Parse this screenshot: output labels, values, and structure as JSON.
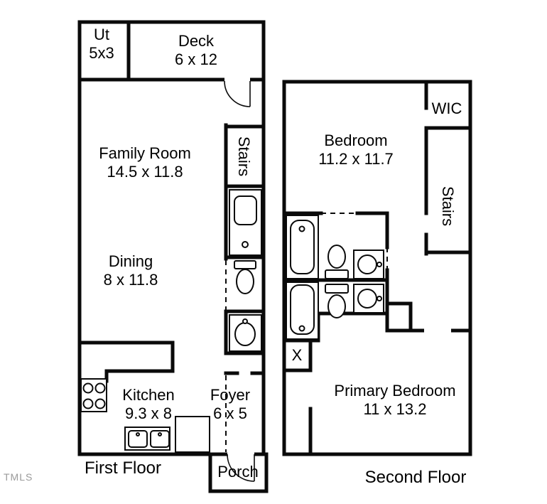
{
  "watermark": "TMLS",
  "floors": {
    "first": {
      "label": "First Floor",
      "rooms": {
        "ut": {
          "name": "Ut",
          "dims": "5x3"
        },
        "deck": {
          "name": "Deck",
          "dims": "6 x 12"
        },
        "family_room": {
          "name": "Family Room",
          "dims": "14.5 x 11.8"
        },
        "stairs": {
          "name": "Stairs"
        },
        "dining": {
          "name": "Dining",
          "dims": "8 x 11.8"
        },
        "kitchen": {
          "name": "Kitchen",
          "dims": "9.3 x 8"
        },
        "foyer": {
          "name": "Foyer",
          "dims": "6 x 5"
        },
        "porch": {
          "name": "Porch"
        }
      }
    },
    "second": {
      "label": "Second Floor",
      "rooms": {
        "wic": {
          "name": "WIC"
        },
        "bedroom": {
          "name": "Bedroom",
          "dims": "11.2 x 11.7"
        },
        "stairs": {
          "name": "Stairs"
        },
        "closet_x": {
          "name": "X"
        },
        "primary_bedroom": {
          "name": "Primary Bedroom",
          "dims": "11 x 13.2"
        }
      }
    }
  },
  "fixtures": {
    "first_floor": [
      "shower-stall",
      "toilet",
      "sink-vanity",
      "stove",
      "double-kitchen-sink",
      "dishwasher"
    ],
    "second_floor": [
      "bathtub",
      "shower",
      "toilet",
      "toilet",
      "sink-vanity",
      "sink-vanity"
    ]
  },
  "colors": {
    "wall": "#0a0a0a",
    "background": "#ffffff",
    "watermark_text": "#9a9a9a"
  }
}
